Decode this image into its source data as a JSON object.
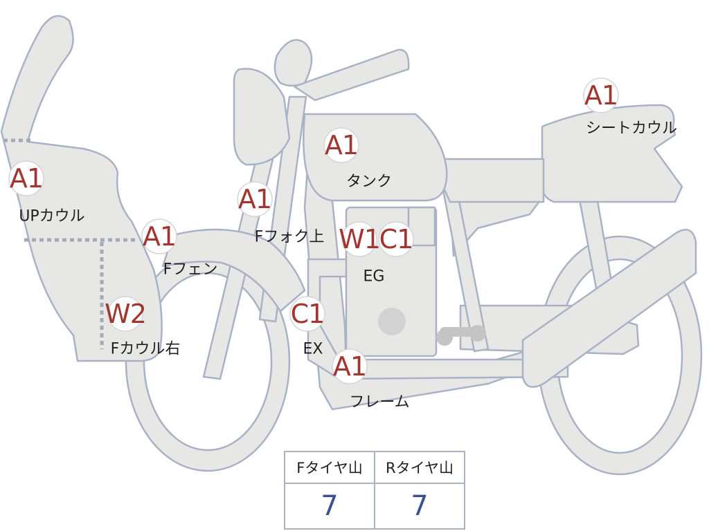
{
  "parts": [
    {
      "id": "up-cowl",
      "grade": "A1",
      "label": "UPカウル"
    },
    {
      "id": "f-fender",
      "grade": "A1",
      "label": "Fフェン"
    },
    {
      "id": "f-fork-upper",
      "grade": "A1",
      "label": "Fフォク上"
    },
    {
      "id": "tank",
      "grade": "A1",
      "label": "タンク"
    },
    {
      "id": "engine",
      "grades": [
        "W1",
        "C1"
      ],
      "label": "EG"
    },
    {
      "id": "exhaust",
      "grade": "C1",
      "label": "EX"
    },
    {
      "id": "frame",
      "grade": "A1",
      "label": "フレーム"
    },
    {
      "id": "f-cowl-right",
      "grade": "W2",
      "label": "Fカウル右"
    },
    {
      "id": "seat-cowl",
      "grade": "A1",
      "label": "シートカウル"
    }
  ],
  "tires": {
    "front": {
      "label": "Fタイヤ山",
      "value": "7"
    },
    "rear": {
      "label": "Rタイヤ山",
      "value": "7"
    }
  },
  "colors": {
    "body_fill": "#e7e7e5",
    "outline": "#a9b2c4",
    "grade_text": "#a2352f",
    "tire_value": "#3c4f95"
  }
}
